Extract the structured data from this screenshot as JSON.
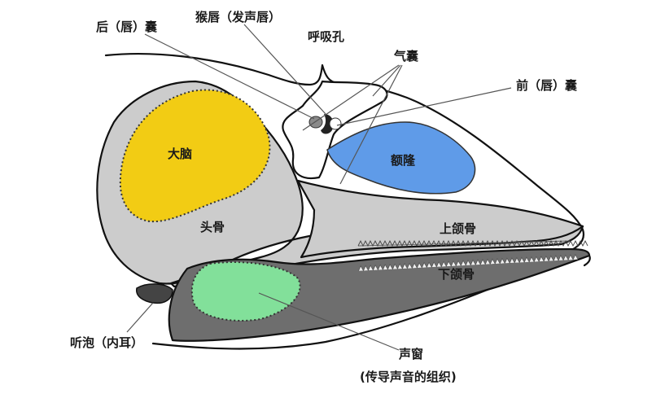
{
  "labels": {
    "posterior_sac": "后（唇）囊",
    "monkey_lips": "猴唇（发声唇）",
    "blowhole": "呼吸孔",
    "air_sacs": "气囊",
    "anterior_sac": "前（唇）囊",
    "brain": "大脑",
    "melon": "额隆",
    "skull": "头骨",
    "upper_jaw": "上颌骨",
    "lower_jaw": "下颌骨",
    "ear_bulla": "听泡（内耳）",
    "acoustic_window": "声窗",
    "acoustic_window_note": "(传导声音的组织)"
  },
  "colors": {
    "brain": "#f2cc14",
    "melon": "#5f9be8",
    "acoustic_fat": "#82e09a",
    "skull": "#cccccc",
    "lower_jaw": "#6e6e6e",
    "lips_dark": "#222222"
  }
}
